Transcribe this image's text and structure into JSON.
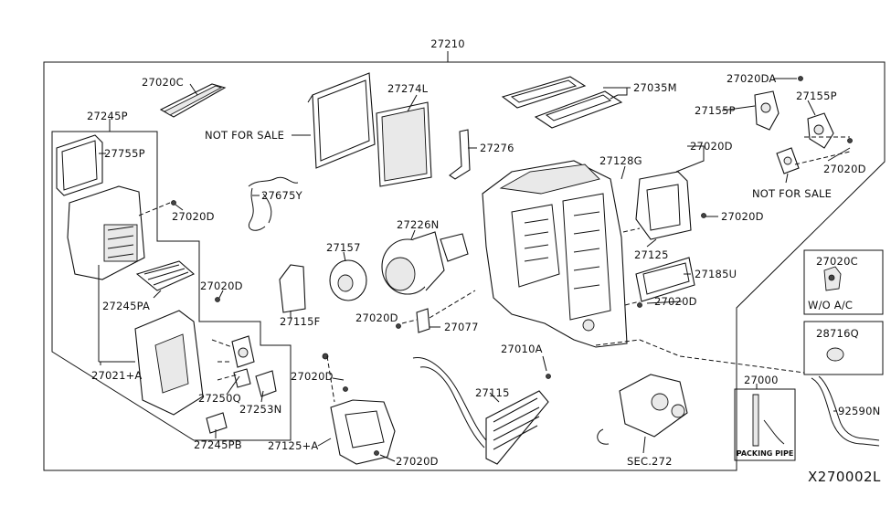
{
  "diagram": {
    "ref_code": "X270002L",
    "assembly_label": "27210",
    "labels": [
      {
        "id": "l27210",
        "text": "27210"
      },
      {
        "id": "l27020C_top",
        "text": "27020C"
      },
      {
        "id": "l27274L",
        "text": "27274L"
      },
      {
        "id": "l27035M",
        "text": "27035M"
      },
      {
        "id": "l27020DA",
        "text": "27020DA"
      },
      {
        "id": "l27155P_a",
        "text": "27155P"
      },
      {
        "id": "l27155P_b",
        "text": "27155P"
      },
      {
        "id": "l27245P",
        "text": "27245P"
      },
      {
        "id": "l27755P",
        "text": "27755P"
      },
      {
        "id": "lNFS1",
        "text": "NOT FOR SALE"
      },
      {
        "id": "l27276",
        "text": "27276"
      },
      {
        "id": "l27128G",
        "text": "27128G"
      },
      {
        "id": "l27020D_r1",
        "text": "27020D"
      },
      {
        "id": "l27020D_r2",
        "text": "27020D"
      },
      {
        "id": "lNFS2",
        "text": "NOT FOR SALE"
      },
      {
        "id": "l27675Y",
        "text": "27675Y"
      },
      {
        "id": "l27020D_l1",
        "text": "27020D"
      },
      {
        "id": "l27020D_r3",
        "text": "27020D"
      },
      {
        "id": "l27226N",
        "text": "27226N"
      },
      {
        "id": "l27157",
        "text": "27157"
      },
      {
        "id": "l27125",
        "text": "27125"
      },
      {
        "id": "l27185U",
        "text": "27185U"
      },
      {
        "id": "l27020D_l2",
        "text": "27020D"
      },
      {
        "id": "l27245PA",
        "text": "27245PA"
      },
      {
        "id": "l27115F",
        "text": "27115F"
      },
      {
        "id": "l27020D_m1",
        "text": "27020D"
      },
      {
        "id": "l27077",
        "text": "27077"
      },
      {
        "id": "l27020D_r4",
        "text": "27020D"
      },
      {
        "id": "l27021A",
        "text": "27021+A"
      },
      {
        "id": "l27010A",
        "text": "27010A"
      },
      {
        "id": "l27020D_m2",
        "text": "27020D"
      },
      {
        "id": "l27115",
        "text": "27115"
      },
      {
        "id": "l27250Q",
        "text": "27250Q"
      },
      {
        "id": "l27253N",
        "text": "27253N"
      },
      {
        "id": "l27000",
        "text": "27000"
      },
      {
        "id": "l92590N",
        "text": "92590N"
      },
      {
        "id": "l27125A",
        "text": "27125+A"
      },
      {
        "id": "l27020D_m3",
        "text": "27020D"
      },
      {
        "id": "lSEC272",
        "text": "SEC.272"
      },
      {
        "id": "l27245PB",
        "text": "27245PB"
      }
    ],
    "inset_top": {
      "part": "27020C",
      "note": "W/O A/C"
    },
    "inset_mid": {
      "part": "28716Q"
    },
    "inset_pipe": {
      "note": "PACKING PIPE"
    }
  }
}
